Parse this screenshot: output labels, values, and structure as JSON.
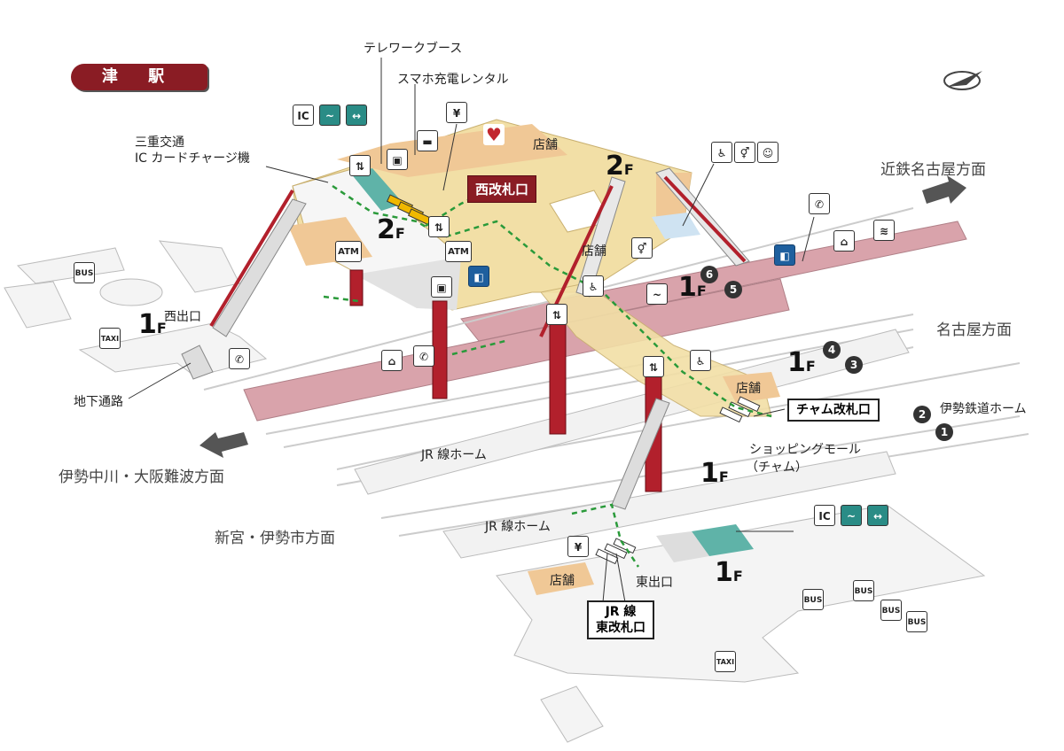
{
  "title": "津 駅",
  "directions": {
    "kintetsu_nagoya": "近鉄名古屋方面",
    "nagoya": "名古屋方面",
    "ise_nakagawa": "伊勢中川・大阪難波方面",
    "shingu_ise": "新宮・伊勢市方面"
  },
  "floors": {
    "f2_label": "2",
    "f1_label": "1",
    "f_suffix": "F"
  },
  "gates": {
    "west": "西改札口",
    "cham": "チャム改札口",
    "jr_east_line1": "JR 線",
    "jr_east_line2": "東改札口"
  },
  "exits": {
    "west": "西出口",
    "east": "東出口"
  },
  "labels": {
    "telework": "テレワークブース",
    "phone_charge": "スマホ充電レンタル",
    "mie_kotsu": "三重交通",
    "ic_charge": "IC カードチャージ機",
    "shop": "店舗",
    "atm": "ATM",
    "underpass": "地下通路",
    "jr_platform": "JR 線ホーム",
    "ise_platform": "伊勢鉄道ホーム",
    "shopping_mall": "ショッピングモール",
    "shopping_mall_sub": "（チャム）",
    "yen": "¥",
    "taxi": "TAXI"
  },
  "platform_numbers": [
    "1",
    "2",
    "3",
    "4",
    "5",
    "6"
  ],
  "colors": {
    "brand": "#8a1c24",
    "floor2": "#f2dfa6",
    "shop": "#f0c896",
    "kintetsu_platform": "#d9a3ab",
    "teal_area": "#5fb3a8",
    "light_blue": "#cfe3f2",
    "route": "#2a9a3a",
    "pillar": "#b2202c"
  },
  "icons": [
    "compass-icon",
    "ic-card-icon",
    "charge-icon",
    "ticket-icon",
    "elevator-icon",
    "atm-icon",
    "telework-icon",
    "heart-icon",
    "accessible-icon",
    "restroom-icon",
    "phone-icon",
    "smoking-icon",
    "baby-icon",
    "bus-icon",
    "taxi-icon",
    "locker-icon",
    "seat-icon"
  ]
}
